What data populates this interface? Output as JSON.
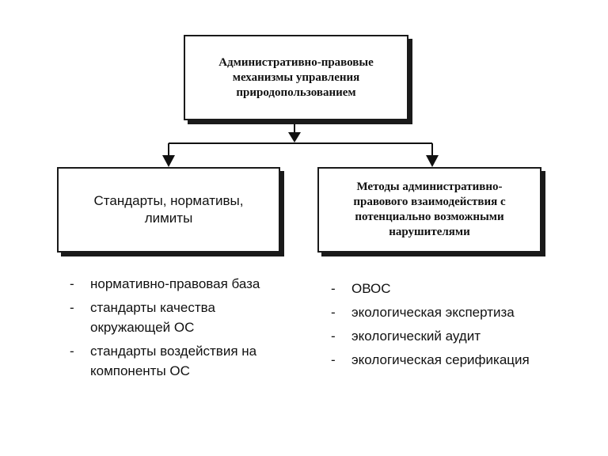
{
  "diagram": {
    "top_box": {
      "text": "Административно-правовые\nмеханизмы управления\nприродопользованием"
    },
    "left_box": {
      "text": "Стандарты, нормативы,\nлимиты"
    },
    "right_box": {
      "text": "Методы административно-\nправового взаимодействия с\nпотенциально возможными\nнарушителями"
    },
    "left_list": {
      "bullet": "-",
      "items": [
        "нормативно-правовая база",
        "стандарты качества окружающей ОС",
        "стандарты воздействия на компоненты ОС"
      ]
    },
    "right_list": {
      "bullet": "-",
      "items": [
        "ОВОС",
        "экологическая экспертиза",
        "экологический аудит",
        "экологическая серификация"
      ]
    }
  }
}
